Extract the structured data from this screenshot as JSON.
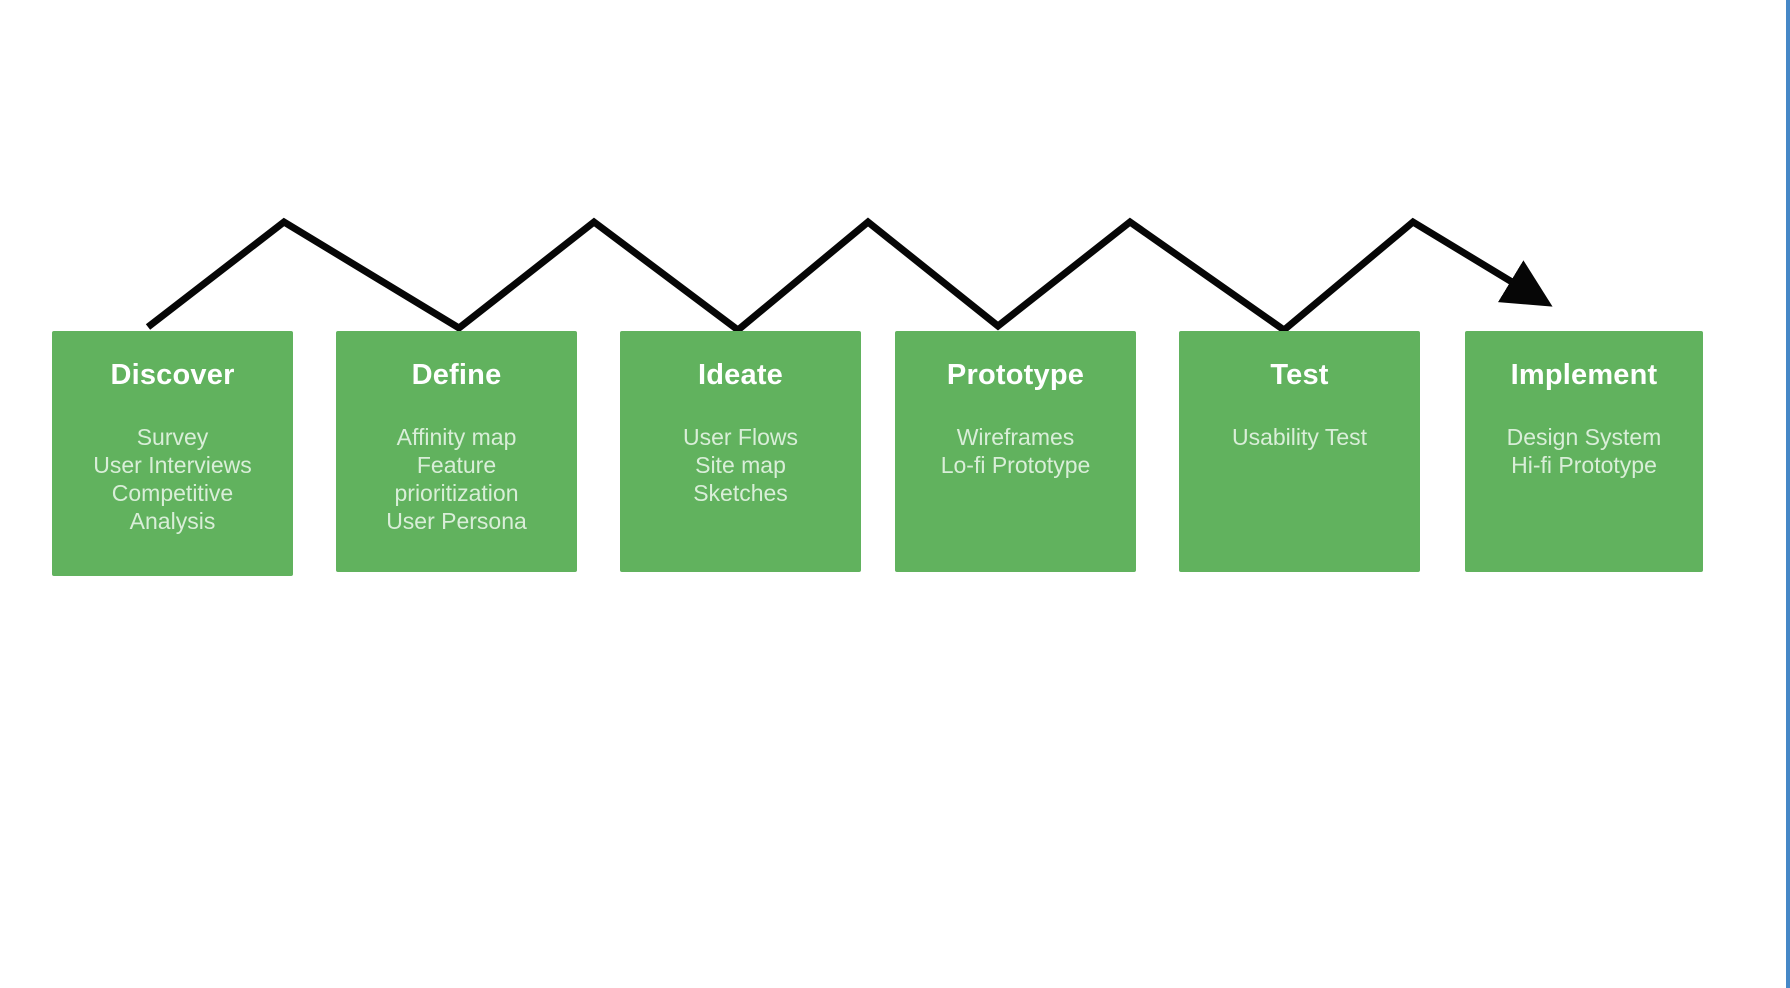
{
  "diagram": {
    "name": "design-process-flow",
    "colors": {
      "box-fill": "#61b25e",
      "title-color": "#ffffff",
      "body-color": "#d9eed8",
      "connector": "#060606",
      "right-edge": "#4688c7",
      "page-bg": "#ffffff"
    },
    "connector_shape": "zigzag-arrow-left-to-right",
    "steps": [
      {
        "title": "Discover",
        "lines": [
          "Survey",
          "User Interviews",
          "Competitive",
          "Analysis"
        ]
      },
      {
        "title": "Define",
        "lines": [
          "Affinity map",
          "Feature",
          "prioritization",
          "User Persona"
        ]
      },
      {
        "title": "Ideate",
        "lines": [
          "User Flows",
          "Site map",
          "Sketches"
        ]
      },
      {
        "title": "Prototype",
        "lines": [
          "Wireframes",
          "Lo-fi Prototype"
        ]
      },
      {
        "title": "Test",
        "lines": [
          "Usability Test"
        ]
      },
      {
        "title": "Implement",
        "lines": [
          "Design System",
          "Hi-fi Prototype"
        ]
      }
    ]
  }
}
